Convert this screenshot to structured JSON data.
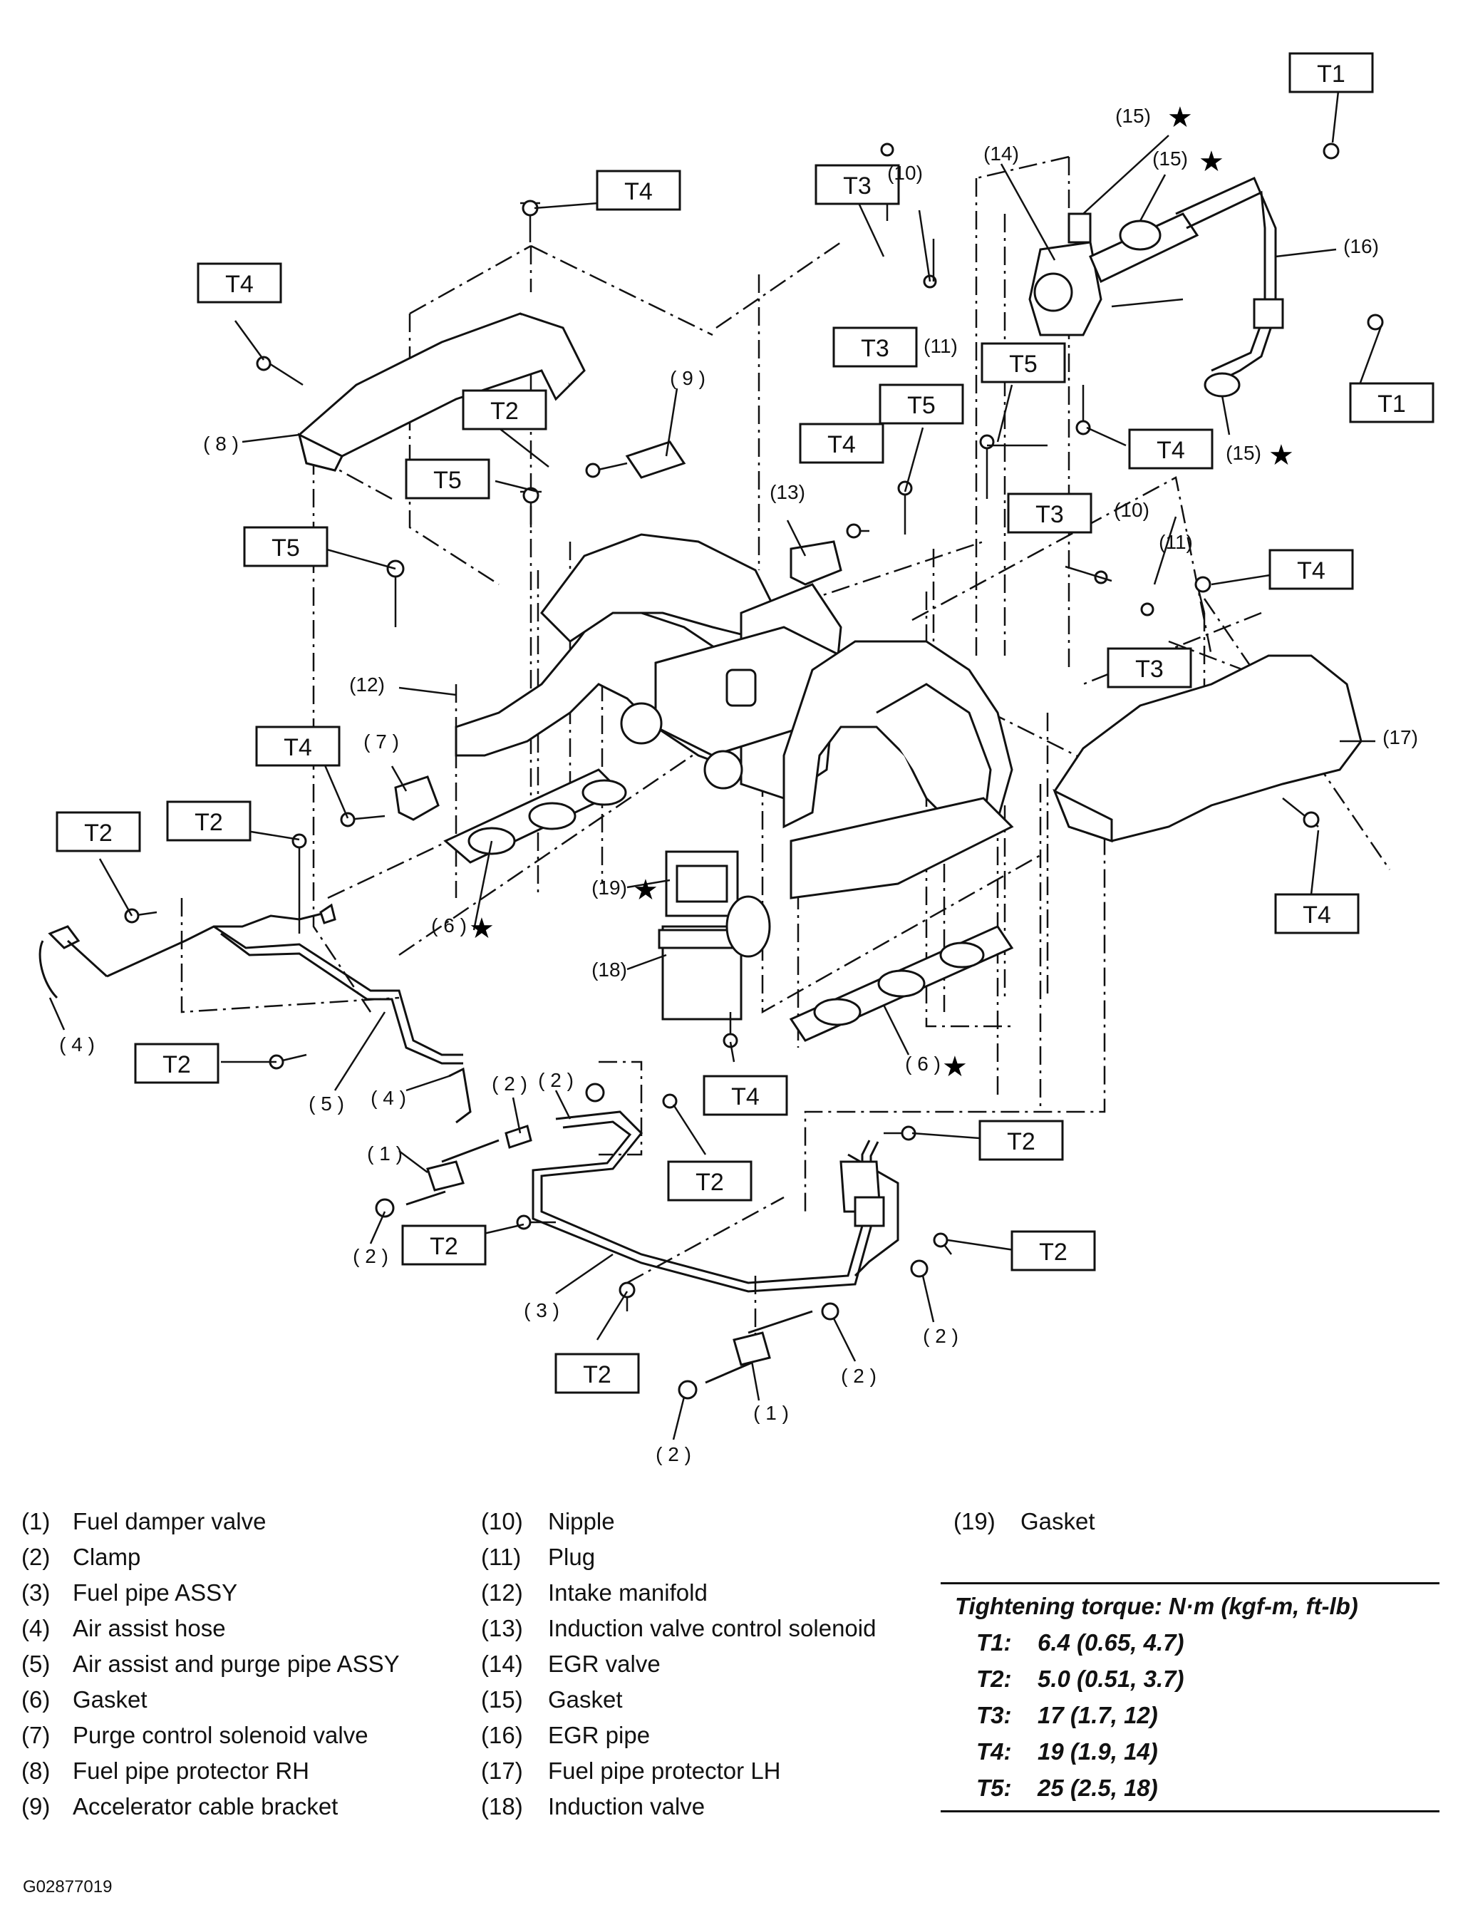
{
  "torque_boxes": [
    {
      "id": "T1",
      "label": "T1"
    },
    {
      "id": "T1b",
      "label": "T1"
    },
    {
      "id": "T2",
      "label": "T2"
    },
    {
      "id": "T3",
      "label": "T3"
    },
    {
      "id": "T4",
      "label": "T4"
    },
    {
      "id": "T5",
      "label": "T5"
    }
  ],
  "callouts": {
    "c1": "( 1 )",
    "c2": "( 2 )",
    "c3": "( 3 )",
    "c4": "( 4 )",
    "c5": "( 5 )",
    "c6": "( 6 )",
    "c7": "( 7 )",
    "c8": "( 8 )",
    "c9": "( 9 )",
    "c10": "(10)",
    "c11": "(11)",
    "c12": "(12)",
    "c13": "(13)",
    "c14": "(14)",
    "c15": "(15)",
    "c16": "(16)",
    "c17": "(17)",
    "c18": "(18)",
    "c19": "(19)"
  },
  "star": "★",
  "legend": {
    "col1": [
      {
        "no": "(1)",
        "name": "Fuel damper valve"
      },
      {
        "no": "(2)",
        "name": "Clamp"
      },
      {
        "no": "(3)",
        "name": "Fuel pipe ASSY"
      },
      {
        "no": "(4)",
        "name": "Air assist hose"
      },
      {
        "no": "(5)",
        "name": "Air assist and purge pipe ASSY"
      },
      {
        "no": "(6)",
        "name": "Gasket"
      },
      {
        "no": "(7)",
        "name": "Purge control solenoid valve"
      },
      {
        "no": "(8)",
        "name": "Fuel pipe protector RH"
      },
      {
        "no": "(9)",
        "name": "Accelerator cable bracket"
      }
    ],
    "col2": [
      {
        "no": "(10)",
        "name": "Nipple"
      },
      {
        "no": "(11)",
        "name": "Plug"
      },
      {
        "no": "(12)",
        "name": "Intake manifold"
      },
      {
        "no": "(13)",
        "name": "Induction valve control solenoid"
      },
      {
        "no": "(14)",
        "name": "EGR valve"
      },
      {
        "no": "(15)",
        "name": "Gasket"
      },
      {
        "no": "(16)",
        "name": "EGR pipe"
      },
      {
        "no": "(17)",
        "name": "Fuel pipe protector LH"
      },
      {
        "no": "(18)",
        "name": "Induction valve"
      }
    ],
    "col3": [
      {
        "no": "(19)",
        "name": "Gasket"
      }
    ]
  },
  "torque": {
    "title": "Tightening torque: N·m (kgf-m, ft-lb)",
    "rows": [
      {
        "key": "T1:",
        "value": "6.4 (0.65, 4.7)"
      },
      {
        "key": "T2:",
        "value": "5.0 (0.51, 3.7)"
      },
      {
        "key": "T3:",
        "value": "17 (1.7, 12)"
      },
      {
        "key": "T4:",
        "value": "19 (1.9, 14)"
      },
      {
        "key": "T5:",
        "value": "25 (2.5, 18)"
      }
    ]
  },
  "figure_id": "G02877019"
}
